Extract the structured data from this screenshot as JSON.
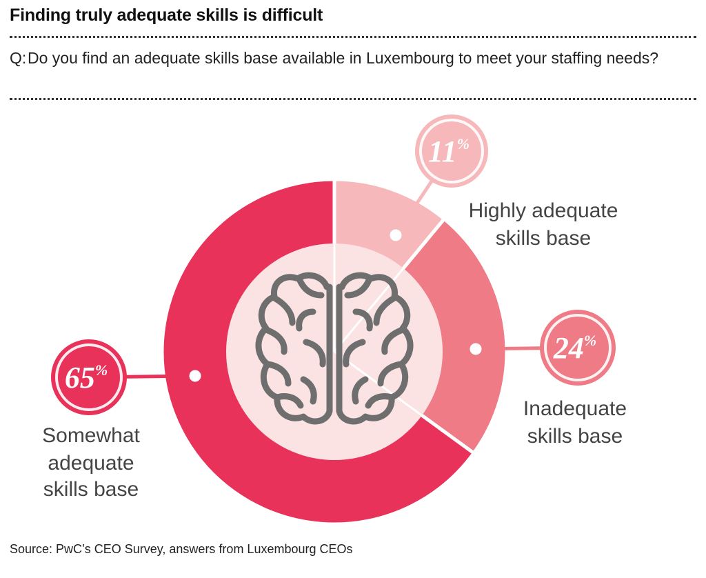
{
  "title": "Finding truly adequate skills is difficult",
  "question": {
    "prefix": "Q:",
    "text": "Do you find an adequate skills base available in Luxembourg to meet your staffing needs?"
  },
  "source": "Source: PwC’s CEO Survey, answers from Luxembourg CEOs",
  "chart_data": {
    "type": "pie",
    "center_icon": "brain-icon",
    "slices": [
      {
        "label_lines": [
          "Highly adequate",
          "skills base"
        ],
        "value": 11,
        "value_text": "11",
        "unit": "%",
        "color": "#f6b8ba"
      },
      {
        "label_lines": [
          "Inadequate",
          "skills base"
        ],
        "value": 24,
        "value_text": "24",
        "unit": "%",
        "color": "#ef7b86"
      },
      {
        "label_lines": [
          "Somewhat",
          "adequate",
          "skills base"
        ],
        "value": 65,
        "value_text": "65",
        "unit": "%",
        "color": "#e8325a"
      }
    ],
    "inner_color": "#fbe2e3",
    "icon_color": "#6e6e6e"
  }
}
